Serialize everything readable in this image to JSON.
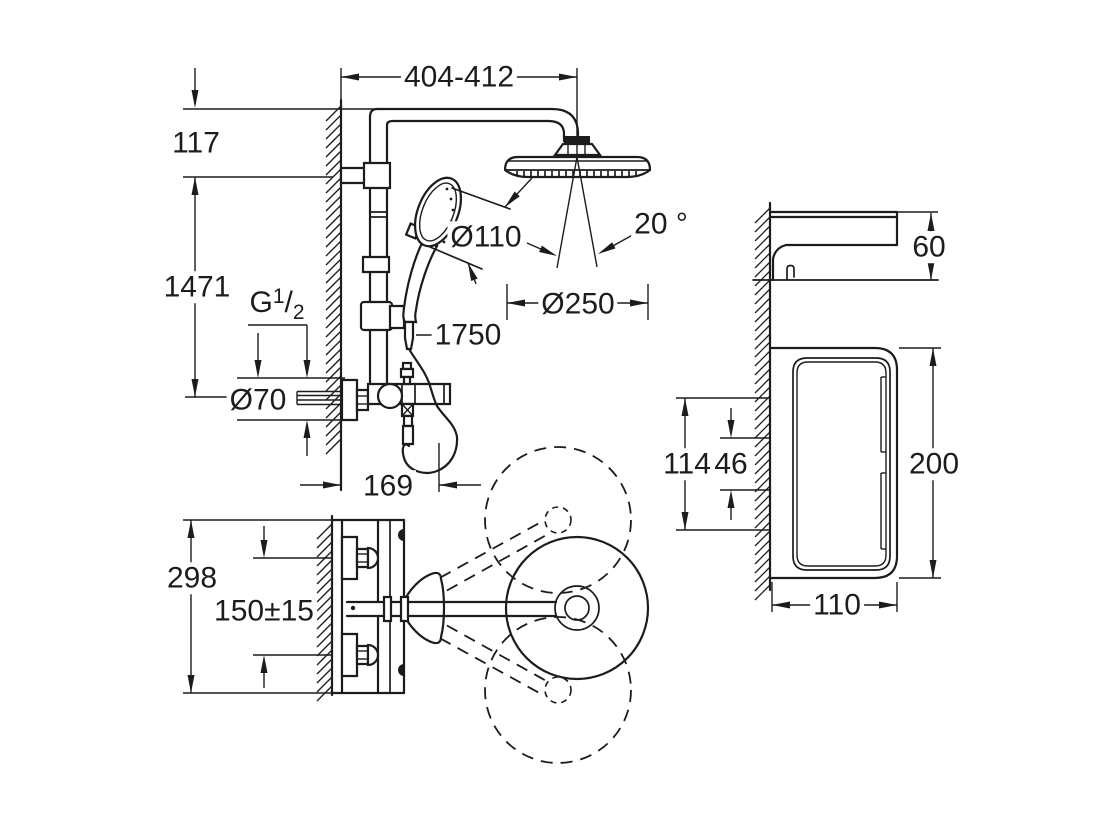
{
  "dimensions": {
    "top_width": "404-412",
    "top_offset": "117",
    "riser_height": "1471",
    "thread_g": "G",
    "thread_num": "1",
    "thread_slash": "/",
    "thread_den": "2",
    "escutcheon_dia": "Ø70",
    "spout_depth": "169",
    "hose_length": "1750",
    "hand_shower_dia": "Ø110",
    "head_shower_dia": "Ø250",
    "swivel_angle": "20 °",
    "plan_height": "298",
    "inlet_spacing": "150±15",
    "shelf_height": "60",
    "holder_span": "114",
    "holder_inner_span": "46",
    "basket_height": "200",
    "basket_width": "110"
  },
  "colors": {
    "line": "#1c1c1c",
    "background": "#ffffff"
  }
}
